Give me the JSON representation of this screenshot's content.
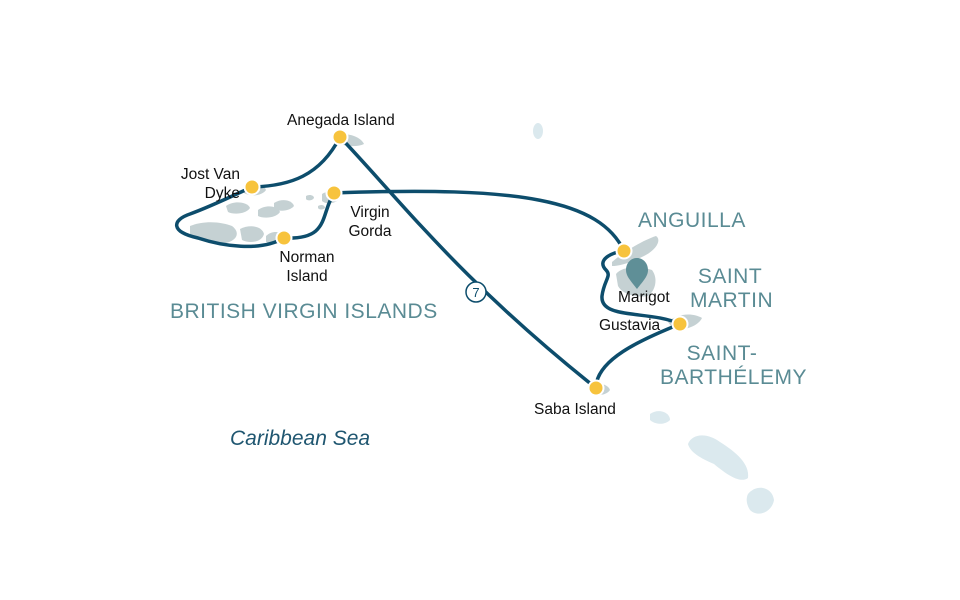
{
  "colors": {
    "background": "#ffffff",
    "route": "#0d4d6c",
    "stop_marker": "#f7c33d",
    "island_visited": "#c5d1d3",
    "island_other": "#dbe9ee",
    "region_label": "#5a8b94",
    "sea_label": "#1f5670",
    "pin": "#5f8f97"
  },
  "icons": {
    "stop": "yellow-dot-icon",
    "port": "map-pin-icon",
    "day_marker": "numbered-circle-icon"
  },
  "regions": {
    "bvi": "BRITISH VIRGIN ISLANDS",
    "anguilla": "ANGUILLA",
    "saint_martin_1": "SAINT",
    "saint_martin_2": "MARTIN",
    "saint_barth_1": "SAINT-",
    "saint_barth_2": "BARTHÉLEMY"
  },
  "sea": "Caribbean Sea",
  "stops": {
    "anegada": "Anegada Island",
    "jost_1": "Jost Van",
    "jost_2": "Dyke",
    "virgin_gorda_1": "Virgin",
    "virgin_gorda_2": "Gorda",
    "norman_1": "Norman",
    "norman_2": "Island",
    "saba": "Saba Island",
    "gustavia": "Gustavia"
  },
  "port": "Marigot",
  "day_marker": "7"
}
